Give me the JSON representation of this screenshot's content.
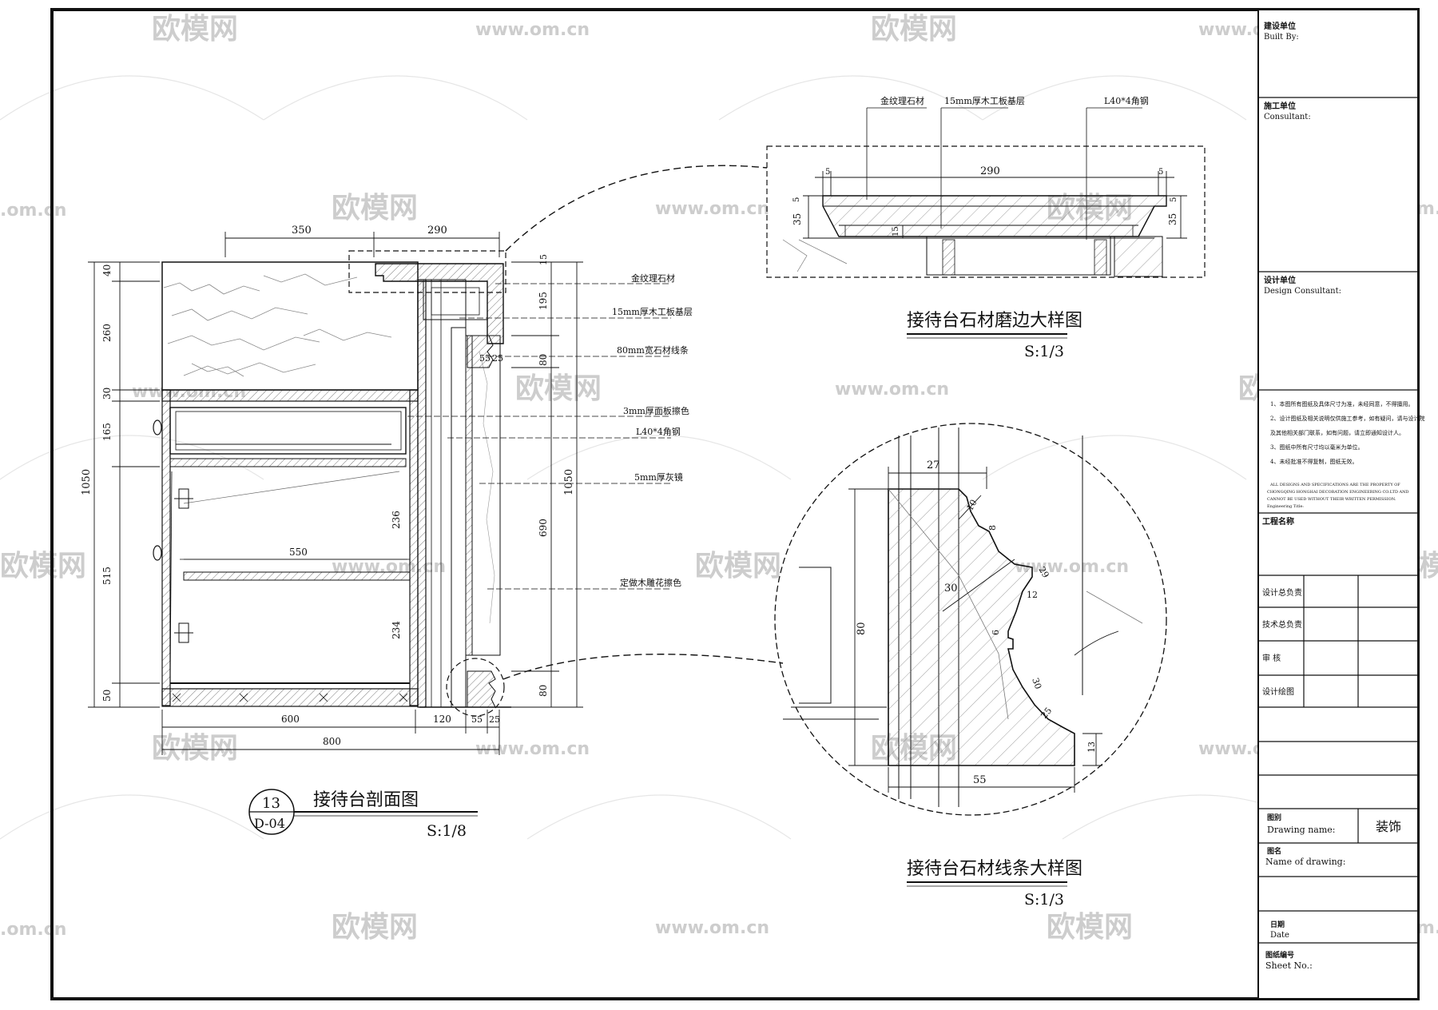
{
  "watermark": {
    "logo_text": "欧模网",
    "url_text": "www.om.cn",
    "url_short": ".om.cn",
    "logo_short": "欧模网"
  },
  "section": {
    "title": "接待台剖面图",
    "scale": "S:1/8",
    "index_number": "13",
    "index_sheet": "D-04",
    "dims_top": [
      "350",
      "290"
    ],
    "dims_left": [
      "40",
      "260",
      "30",
      "165",
      "1050",
      "515",
      "50"
    ],
    "dims_bottom": [
      "600",
      "120",
      "55",
      "25",
      "800"
    ],
    "dims_right": [
      "195",
      "55",
      "25",
      "80",
      "690",
      "1050",
      "80",
      "15"
    ],
    "dims_inner": [
      "550",
      "236",
      "234"
    ],
    "labels": [
      "金纹理石材",
      "15mm厚木工板基层",
      "80mm宽石材线条",
      "3mm厚面板擦色",
      "L40*4角钢",
      "5mm厚灰镜",
      "定做木雕花擦色"
    ]
  },
  "edge_detail": {
    "title": "接待台石材磨边大样图",
    "scale": "S:1/3",
    "labels": [
      "金纹理石材",
      "15mm厚木工板基层",
      "L40*4角钢"
    ],
    "dims": [
      "290",
      "5",
      "5",
      "5",
      "35",
      "15",
      "35",
      "5"
    ]
  },
  "molding_detail": {
    "title": "接待台石材线条大样图",
    "scale": "S:1/3",
    "dims": [
      "27",
      "10",
      "8",
      "29",
      "30",
      "12",
      "6",
      "30",
      "25",
      "80",
      "13",
      "55"
    ]
  },
  "title_block": {
    "built_by_cn": "建设单位",
    "built_by_en": "Built By:",
    "consultant_cn": "施工单位",
    "consultant_en": "Consultant:",
    "design_cn": "设计单位",
    "design_en": "Design Consultant:",
    "notes": [
      "1、本图所有图纸及具体尺寸为准，未经同意，不得擅用。",
      "2、设计图纸及相关说明仅供施工参考，如有疑问，请与设计院",
      "及其他相关部门联系，如有问题，请立即通知设计人。",
      "3、图纸中所有尺寸均以毫米为单位。",
      "4、未经批准不得复制，图纸无效。"
    ],
    "copyright": [
      "ALL DESIGNS AND SPECIFICATIONS ARE THE PROPERTY OF",
      "CHONGQING HONGHAI DECORATION ENGINEERING CO.LTD AND",
      "CANNOT BE USED WITHOUT THEIR WRITTEN PERMISSION.",
      "Engineering Title:"
    ],
    "project_name": "工程名称",
    "roles": [
      "设计总负责",
      "技术总负责",
      "审  核",
      "设计绘图"
    ],
    "drawing_cn": "图别",
    "drawing_en": "Drawing name:",
    "drawing_value": "装饰",
    "name_cn": "图名",
    "name_en": "Name of drawing:",
    "date_cn": "日期",
    "date_en": "Date",
    "sheet_cn": "图纸编号",
    "sheet_en": "Sheet No.:"
  }
}
